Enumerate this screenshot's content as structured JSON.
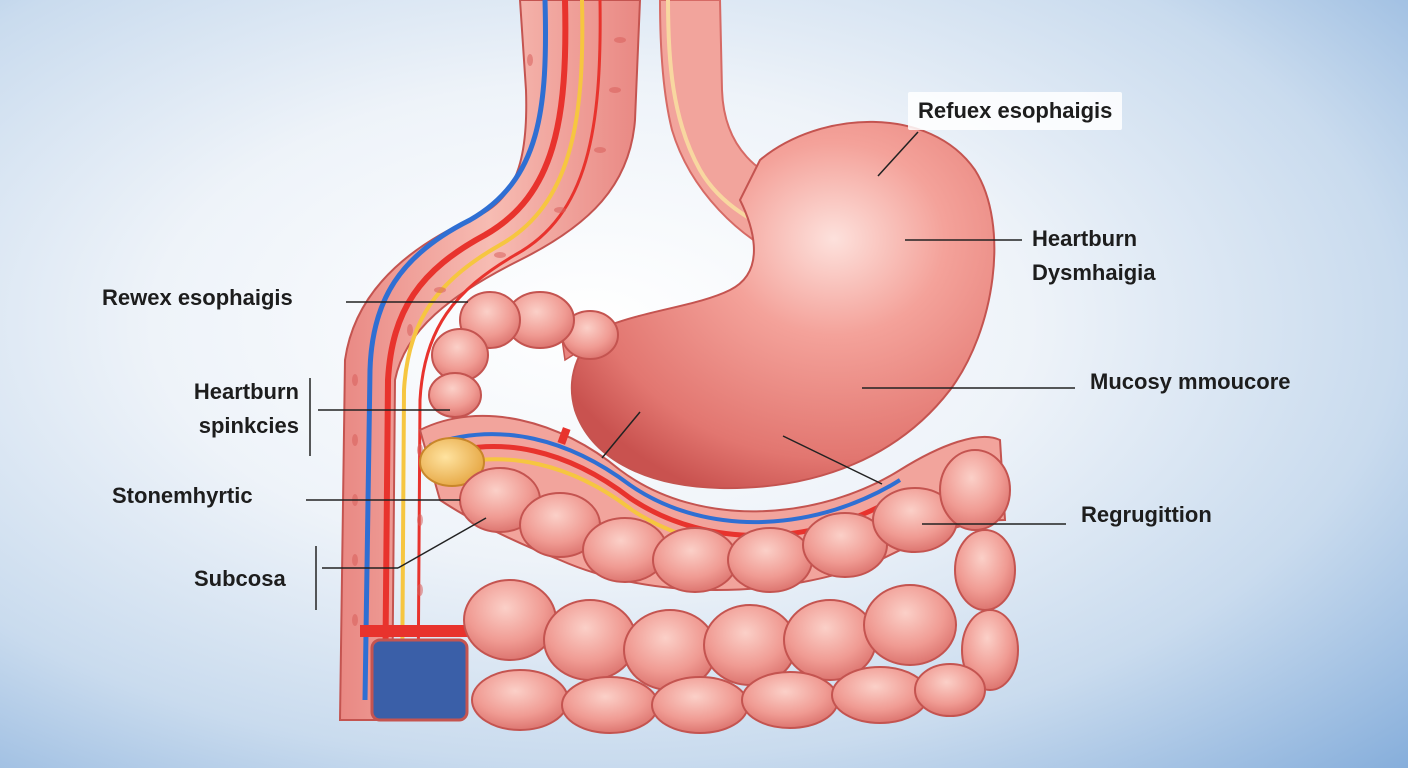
{
  "labels": {
    "top_right": "Refuex esophaigis",
    "heartburn_right_1": "Heartburn",
    "heartburn_right_2": "Dysmhaigia",
    "mucosy": "Mucosy mmoucore",
    "regurgitation": "Regrugittion",
    "rewex": "Rewex esophaigis",
    "heartburn_left_1": "Heartburn",
    "heartburn_left_2": "spinkcies",
    "stonemhyrtic": "Stonemhyrtic",
    "subcosa": "Subcosa"
  },
  "colors": {
    "background_edge": "#86aedb",
    "tissue": "#f0938f",
    "tissue_dark": "#d9605c",
    "stomach": "#ee8a84",
    "vessel_red": "#e8332d",
    "vessel_blue": "#2f6fd3",
    "vessel_yellow": "#f6c640"
  }
}
